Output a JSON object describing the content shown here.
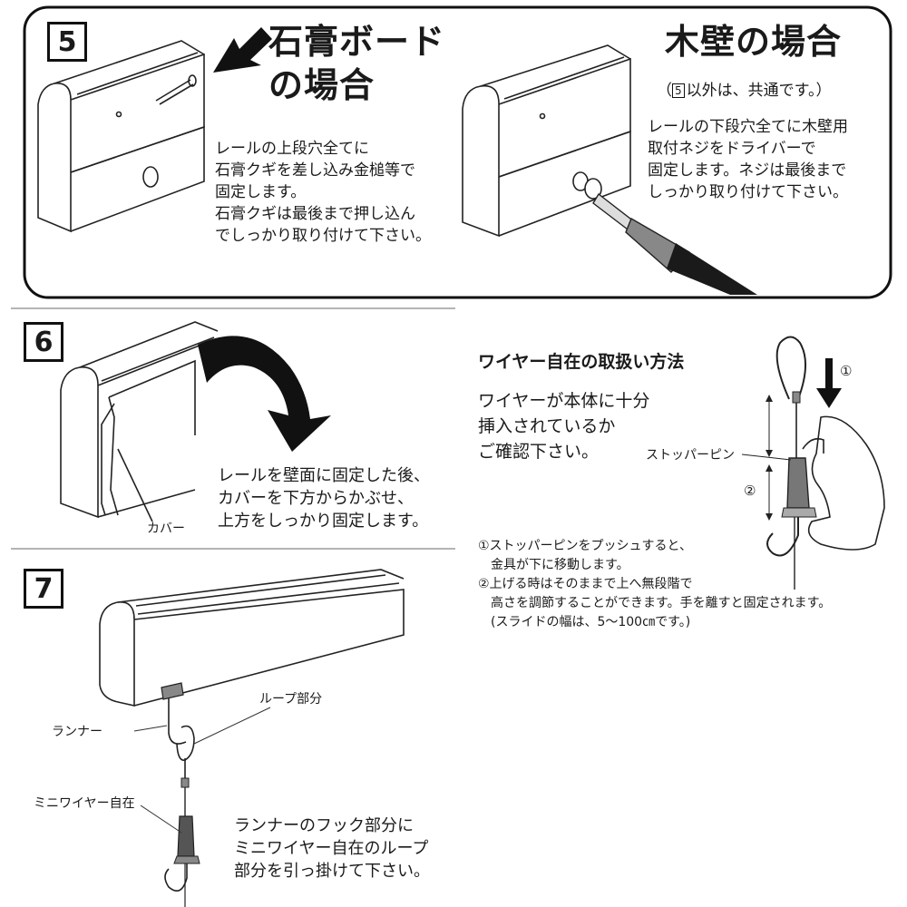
{
  "step5": {
    "number": "5",
    "plaster_title_l1": "石膏ボード",
    "plaster_title_l2": "の場合",
    "plaster_text": "レールの上段穴全てに\n石膏クギを差し込み金槌等で\n固定します。\n石膏クギは最後まで押し込ん\nでしっかり取り付けて下さい。",
    "wood_title": "木壁の場合",
    "wood_sub_prefix": "（",
    "wood_sub_ref": "5",
    "wood_sub_rest": "以外は、共通です。）",
    "wood_text": "レールの下段穴全てに木壁用\n取付ネジをドライバーで\n固定します。ネジは最後まで\nしっかり取り付けて下さい。"
  },
  "step6": {
    "number": "6",
    "text": "レールを壁面に固定した後、\nカバーを下方からかぶせ、\n上方をしっかり固定します。",
    "cover_label": "カバー"
  },
  "wire": {
    "title": "ワイヤー自在の取扱い方法",
    "text": "ワイヤーが本体に十分\n挿入されているか\nご確認下さい。",
    "stopper_label": "ストッパーピン",
    "marker1": "①",
    "marker2": "②",
    "notes": "①ストッパーピンをプッシュすると、\n　金具が下に移動します。\n②上げる時はそのままで上へ無段階で\n　高さを調節することができます。手を離すと固定されます。\n　(スライドの幅は、5〜100㎝です。)"
  },
  "step7": {
    "number": "7",
    "loop_label": "ループ部分",
    "runner_label": "ランナー",
    "mini_label": "ミニワイヤー自在",
    "text": "ランナーのフック部分に\nミニワイヤー自在のループ\n部分を引っ掛けて下さい。"
  }
}
